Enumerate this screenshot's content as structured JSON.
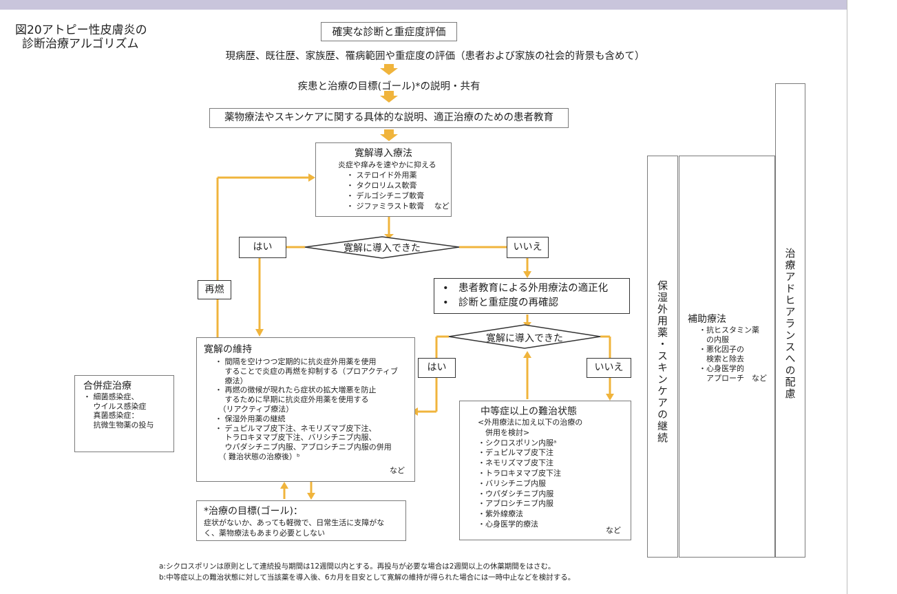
{
  "colors": {
    "header": "#c9c5dc",
    "arrow": "#f0b43c",
    "border": "#7a7a7a",
    "text": "#222222"
  },
  "figure": {
    "title_line1": "図20アトピー性皮膚炎の",
    "title_line2": "診断治療アルゴリズム"
  },
  "steps": {
    "diagnosis": "確実な診断と重症度評価",
    "history": "現病歴、既往歴、家族歴、罹病範囲や重症度の評価（患者および家族の社会的背景も含めて）",
    "goal_share": "疾患と治療の目標(ゴール)*の説明・共有",
    "education": "薬物療法やスキンケアに関する具体的な説明、適正治療のための患者教育"
  },
  "induction": {
    "title": "寛解導入療法",
    "subtitle": "炎症や痒みを速やかに抑える",
    "items": [
      "・ ステロイド外用薬",
      "・ タクロリムス軟膏",
      "・ デルゴシチニブ軟膏",
      "・ ジファミラスト軟膏　 など"
    ]
  },
  "decision1": {
    "label": "寛解に導入できた",
    "yes": "はい",
    "no": "いいえ"
  },
  "relapse": "再燃",
  "reassess": {
    "items": [
      "•　患者教育による外用療法の適正化",
      "•　診断と重症度の再確認"
    ]
  },
  "decision2": {
    "label": "寛解に導入できた",
    "yes": "はい",
    "no": "いいえ"
  },
  "maintenance": {
    "title": "寛解の維持",
    "lines": [
      "・ 間隔を空けつつ定期的に抗炎症外用薬を使用",
      "　 することで炎症の再燃を抑制する（プロアクティブ",
      "　 療法）",
      "・ 再燃の徴候が現れたら症状の拡大増悪を防止",
      "　 するために早期に抗炎症外用薬を使用する",
      "　（リアクティブ療法）",
      "・ 保湿外用薬の継続",
      "・ デュピルマブ皮下注、ネモリズマブ皮下注、",
      "　 トラロキヌマブ皮下注、バリシチニブ内服、",
      "　 ウパダシチニブ内服、アブロシチニブ内服の併用",
      "　（ 難治状態の治療後）ᵇ"
    ],
    "etc": "など"
  },
  "goal": {
    "title": "*治療の目標(ゴール)：",
    "lines": [
      "症状がないか、あっても軽微で、日常生活に支障がな",
      "く、薬物療法もあまり必要としない"
    ]
  },
  "complication": {
    "title": "合併症治療",
    "lines": [
      "・ 細菌感染症、",
      "　 ウイルス感染症",
      "　 真菌感染症：",
      "",
      "　 抗微生物薬の投与"
    ]
  },
  "refractory": {
    "title": "中等症以上の難治状態",
    "lines": [
      "<外用療法に加え以下の治療の",
      "　併用を検討>",
      "・シクロスポリン内服ᵃ",
      "・デュピルマブ皮下注",
      "・ネモリズマブ皮下注",
      "・トラロキヌマブ皮下注",
      "・バリシチニブ内服",
      "・ウパダシチニブ内服",
      "・アブロシチニブ内服",
      "・紫外線療法",
      "・心身医学的療法"
    ],
    "etc": "など"
  },
  "side": {
    "moisturizer": "保湿外用薬・スキンケアの継続",
    "adjunct_title": "補助療法",
    "adjunct_lines": [
      "・抗ヒスタミン薬",
      "　の内服",
      "・悪化因子の",
      "　検索と除去",
      "・心身医学的",
      "　アプローチ　など"
    ],
    "adherence": "治療アドヒアランスへの配慮"
  },
  "footnotes": [
    "a:シクロスポリンは原則として連続投与期間は12週間以内とする。再投与が必要な場合は2週間以上の休薬期間をはさむ。",
    "b:中等症以上の難治状態に対して当該薬を導入後、6カ月を目安として寛解の維持が得られた場合には一時中止などを検討する。"
  ]
}
